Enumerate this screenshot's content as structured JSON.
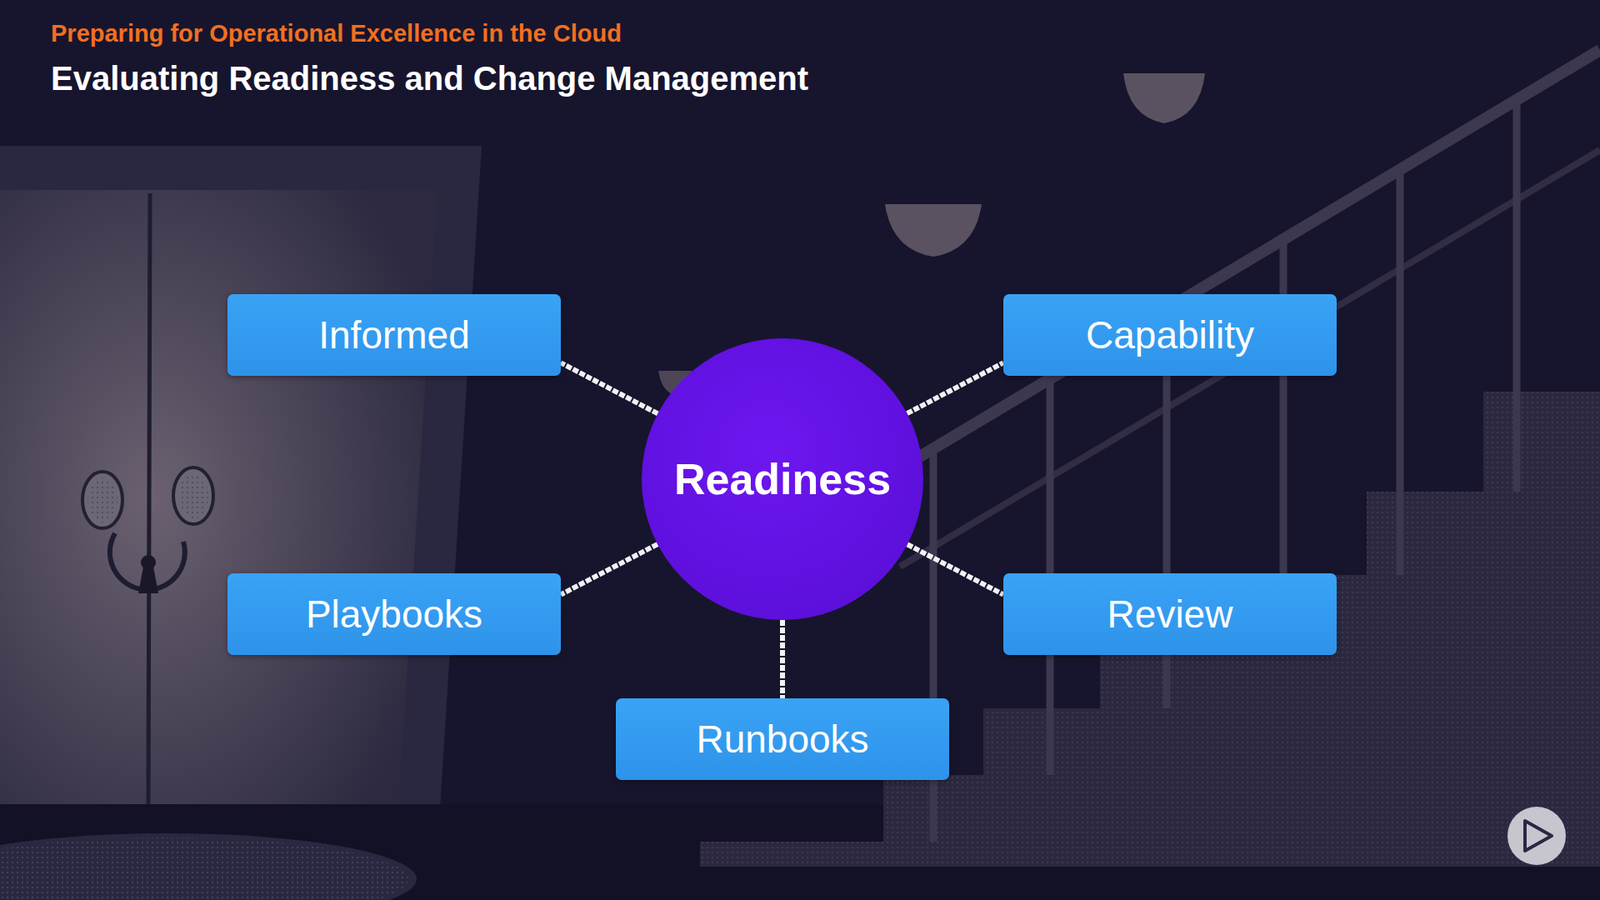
{
  "diagram": {
    "title": "Evaluating Readiness and Change Management",
    "nodes": [
      {
        "text": [
          "Informed"
        ]
      },
      {
        "text": [
          "Capability"
        ]
      },
      {
        "text": [
          "Readiness"
        ]
      },
      {
        "text": [
          "Playbooks"
        ]
      },
      {
        "text": [
          "Review"
        ]
      },
      {
        "text": [
          "Runbooks"
        ]
      }
    ],
    "edges": [
      {
        "from": 2,
        "to": 0,
        "arrow": "none"
      },
      {
        "from": 2,
        "to": 1,
        "arrow": "none"
      },
      {
        "from": 2,
        "to": 3,
        "arrow": "none"
      },
      {
        "from": 2,
        "to": 4,
        "arrow": "none"
      },
      {
        "from": 2,
        "to": 5,
        "arrow": "none"
      }
    ],
    "labels": [
      "Preparing for Operational Excellence in the Cloud"
    ]
  }
}
